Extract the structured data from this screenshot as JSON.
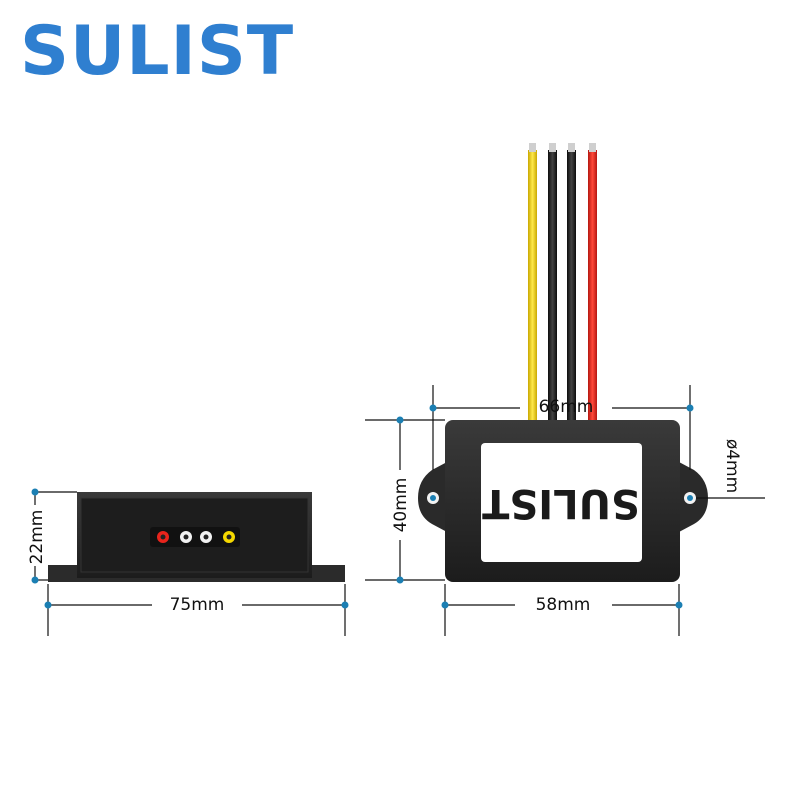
{
  "brand": {
    "text": "SULIST",
    "color": "#2f7fd0"
  },
  "product_label": "SULIST",
  "dimensions": {
    "side_length": "75mm",
    "side_height": "22mm",
    "top_length": "66mm",
    "top_width": "58mm",
    "top_height": "40mm",
    "hole_diameter": "ø4mm"
  },
  "colors": {
    "dimension_dot": "#1b7fb3",
    "wire_yellow": "#f5d800",
    "wire_black": "#1e1e1e",
    "wire_red": "#e8241c",
    "housing": "#262626"
  }
}
